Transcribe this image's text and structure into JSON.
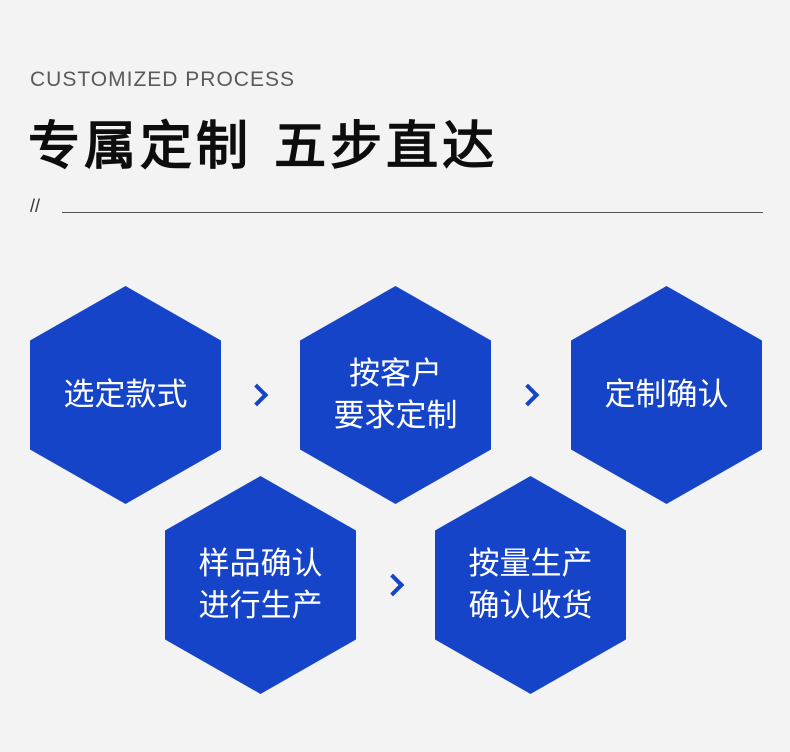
{
  "header": {
    "eyebrow": "CUSTOMIZED PROCESS",
    "title": "专属定制 五步直达",
    "slashes": "//"
  },
  "steps": [
    {
      "line1": "选定款式",
      "line2": ""
    },
    {
      "line1": "按客户",
      "line2": "要求定制"
    },
    {
      "line1": "定制确认",
      "line2": ""
    },
    {
      "line1": "样品确认",
      "line2": "进行生产"
    },
    {
      "line1": "按量生产",
      "line2": "确认收货"
    }
  ],
  "colors": {
    "accent": "#1544c8",
    "background": "#f3f3f3"
  },
  "icons": {
    "arrow": "chevron-right-icon"
  }
}
